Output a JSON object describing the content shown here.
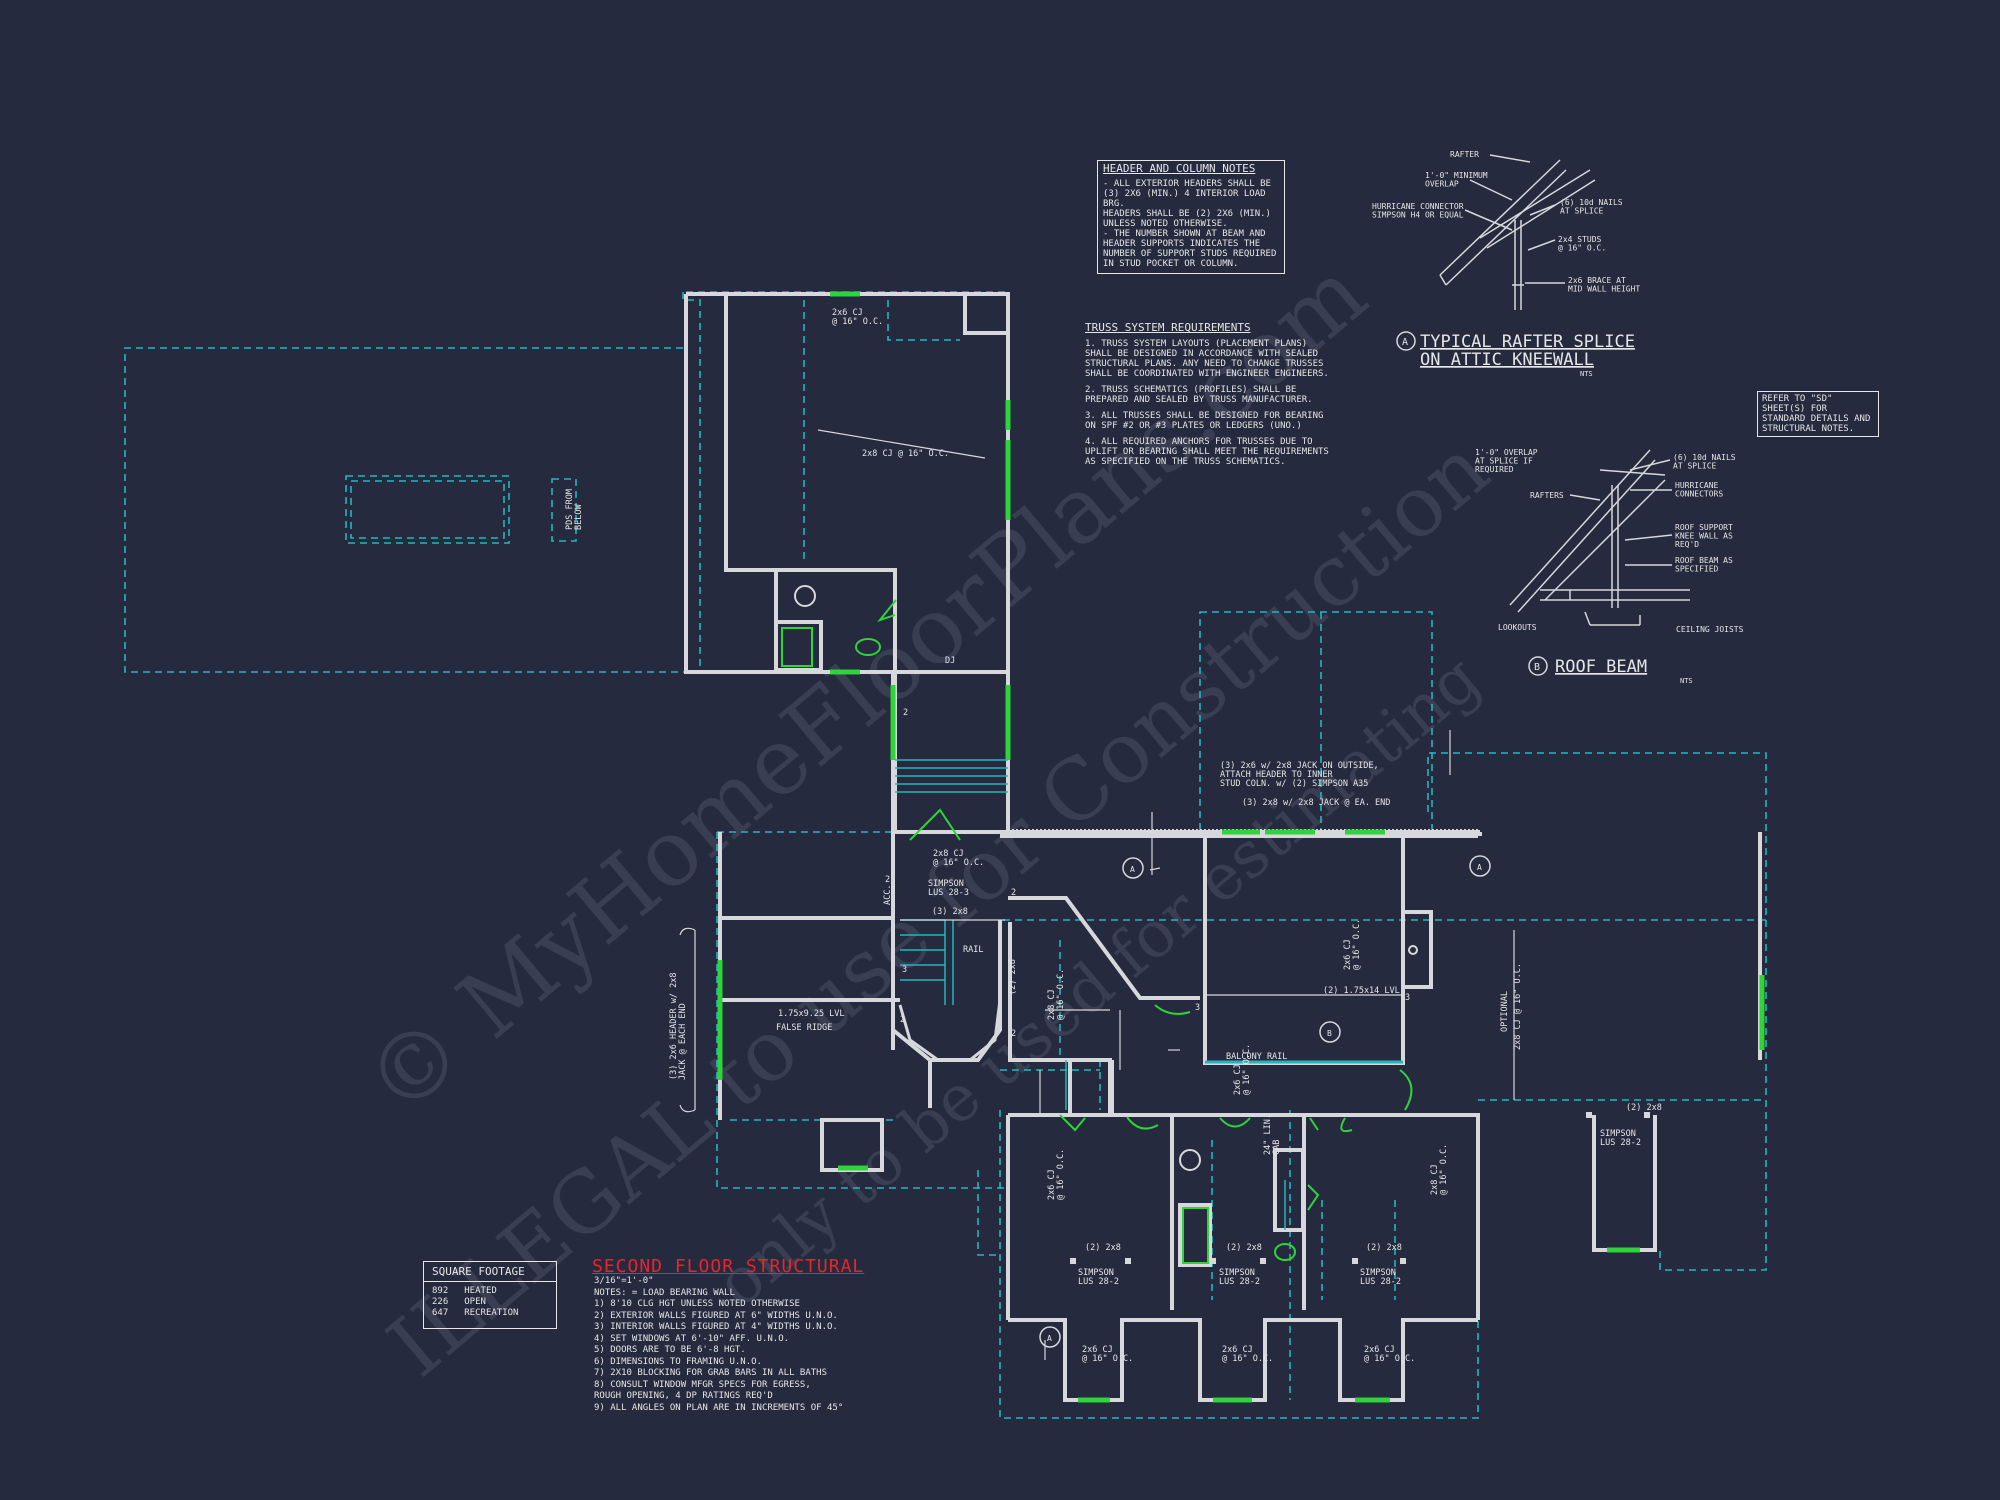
{
  "header_notes": {
    "title": "HEADER AND COLUMN NOTES",
    "lines": [
      "- ALL EXTERIOR HEADERS SHALL BE",
      "(3) 2x6 (MIN.) 4 INTERIOR LOAD BRG.",
      "HEADERS SHALL BE (2) 2x6 (MIN.)",
      "UNLESS NOTED OTHERWISE.",
      "- THE NUMBER SHOWN AT BEAM AND",
      "HEADER SUPPORTS INDICATES THE",
      "NUMBER OF SUPPORT STUDS REQUIRED",
      "IN STUD POCKET OR COLUMN."
    ]
  },
  "truss_requirements": {
    "title": "TRUSS SYSTEM REQUIREMENTS",
    "items": [
      "1. TRUSS SYSTEM LAYOUTS (PLACEMENT PLANS) SHALL BE DESIGNED IN ACCORDANCE WITH SEALED STRUCTURAL PLANS. ANY NEED TO CHANGE TRUSSES SHALL BE COORDINATED WITH ENGINEER ENGINEERS.",
      "2. TRUSS SCHEMATICS (PROFILES) SHALL BE PREPARED AND SEALED BY TRUSS MANUFACTURER.",
      "3. ALL TRUSSES SHALL BE DESIGNED FOR BEARING ON SPF #2 OR #3 PLATES OR LEDGERS (UNO.)",
      "4. ALL REQUIRED ANCHORS FOR TRUSSES DUE TO UPLIFT OR BEARING SHALL MEET THE REQUIREMENTS AS SPECIFIED ON THE TRUSS SCHEMATICS."
    ]
  },
  "ref_note": "REFER TO \"SD\" SHEET(S) FOR STANDARD DETAILS AND STRUCTURAL NOTES.",
  "detail_a": {
    "marker": "A",
    "title_line1": "TYPICAL RAFTER SPLICE",
    "title_line2": "ON ATTIC KNEEWALL",
    "scale": "NTS",
    "labels": {
      "rafter": "RAFTER",
      "overlap": "1'-0\" MINIMUM\nOVERLAP",
      "hurricane": "HURRICANE CONNECTOR\nSIMPSON H4 OR EQUAL",
      "nails": "(6) 10d NAILS\nAT SPLICE",
      "studs": "2x4 STUDS\n@ 16\" O.C.",
      "brace": "2x6 BRACE AT\nMID WALL HEIGHT"
    }
  },
  "detail_b": {
    "marker": "B",
    "title": "ROOF BEAM",
    "scale": "NTS",
    "labels": {
      "overlap": "1'-0\" OVERLAP\nAT SPLICE IF\nREQUIRED",
      "rafters": "RAFTERS",
      "lookouts": "LOOKOUTS",
      "nails": "(6) 10d NAILS\nAT SPLICE",
      "hurricane": "HURRICANE\nCONNECTORS",
      "kneewall": "ROOF SUPPORT\nKNEE WALL AS\nREQ'D",
      "beam": "ROOF BEAM AS\nSPECIFIED",
      "joists": "CEILING JOISTS"
    }
  },
  "square_footage": {
    "title": "SQUARE FOOTAGE",
    "rows": [
      {
        "value": "892",
        "label": "HEATED"
      },
      {
        "value": "226",
        "label": "OPEN"
      },
      {
        "value": "647",
        "label": "RECREATION"
      }
    ]
  },
  "sheet": {
    "title": "SECOND FLOOR STRUCTURAL",
    "scale": "3/16\"=1'-0\"",
    "legend": "NOTES:  = LOAD BEARING WALL",
    "notes": [
      "1)  8'10 CLG HGT UNLESS NOTED OTHERWISE",
      "2)  EXTERIOR WALLS FIGURED AT 6\" WIDTHS U.N.O.",
      "3)  INTERIOR WALLS FIGURED AT 4\" WIDTHS U.N.O.",
      "4)  SET WINDOWS AT 6'-10\" AFF. U.N.O.",
      "5)  DOORS ARE TO BE 6'-8 HGT.",
      "6)  DIMENSIONS TO FRAMING U.N.O.",
      "7)  2X10 BLOCKING FOR GRAB BARS IN ALL BATHS",
      "8)  CONSULT WINDOW MFGR SPECS FOR EGRESS,",
      "     ROUGH OPENING, 4 DP RATINGS REQ'D",
      "9)  ALL ANGLES ON PLAN ARE IN INCREMENTS OF 45°"
    ]
  },
  "plan_labels": {
    "cj_2x6_top": "2x6 CJ\n@ 16\" O.C.",
    "cj_2x8_room": "2x8 CJ @ 16\" O.C.",
    "pds": "PDS FROM\nBELOW",
    "dj": "DJ",
    "cj_2x8_stair": "2x8 CJ\n@ 16\" O.C.",
    "simpson_lus_28_3": "SIMPSON\nLUS 28-3",
    "three_2x8": "(3) 2x8",
    "acc": "ACC.",
    "rail": "RAIL",
    "two_2x8_v": "(2) 2x8",
    "lvl_175": "1.75x9.25 LVL",
    "false_ridge": "FALSE RIDGE",
    "header_left": "(3) 2x6 HEADER w/ 2x8\nJACK @ EACH END",
    "jack_note": "(3) 2x6 w/ 2x8 JACK ON OUTSIDE,\nATTACH HEADER TO INNER\nSTUD COLN. w/ (2) SIMPSON A35",
    "jack_note2": "(3) 2x8 w/ 2x8 JACK @ EA. END",
    "lvl_14": "(2) 1.75x14 LVL",
    "balcony_rail": "BALCONY RAIL",
    "optional": "OPTIONAL",
    "cj_optional": "2x8 CJ @ 16\" O.C.",
    "lin_cab": "24\" LIN.\nCAB",
    "two_2x8": "(2) 2x8",
    "simpson_lus_28_2": "SIMPSON\nLUS 28-2",
    "cj_2x6": "2x6 CJ\n@ 16\" O.C.",
    "cj_2x8_v": "2x8 CJ\n@ 16\" O.C.",
    "section_a": "A",
    "section_b": "B",
    "num_2": "2",
    "num_3": "3"
  },
  "watermark": {
    "line1": "© MyHomeFloorPlans.com",
    "line2": "ILLEGAL to use for Construction",
    "line3": "only to be used for estimating"
  },
  "colors": {
    "background": "#262a3e",
    "wall": "#d6d8dc",
    "dashed": "#25b4bd",
    "window": "#2fd33a",
    "text": "#e6e6e6",
    "title_red": "#e8242c"
  }
}
